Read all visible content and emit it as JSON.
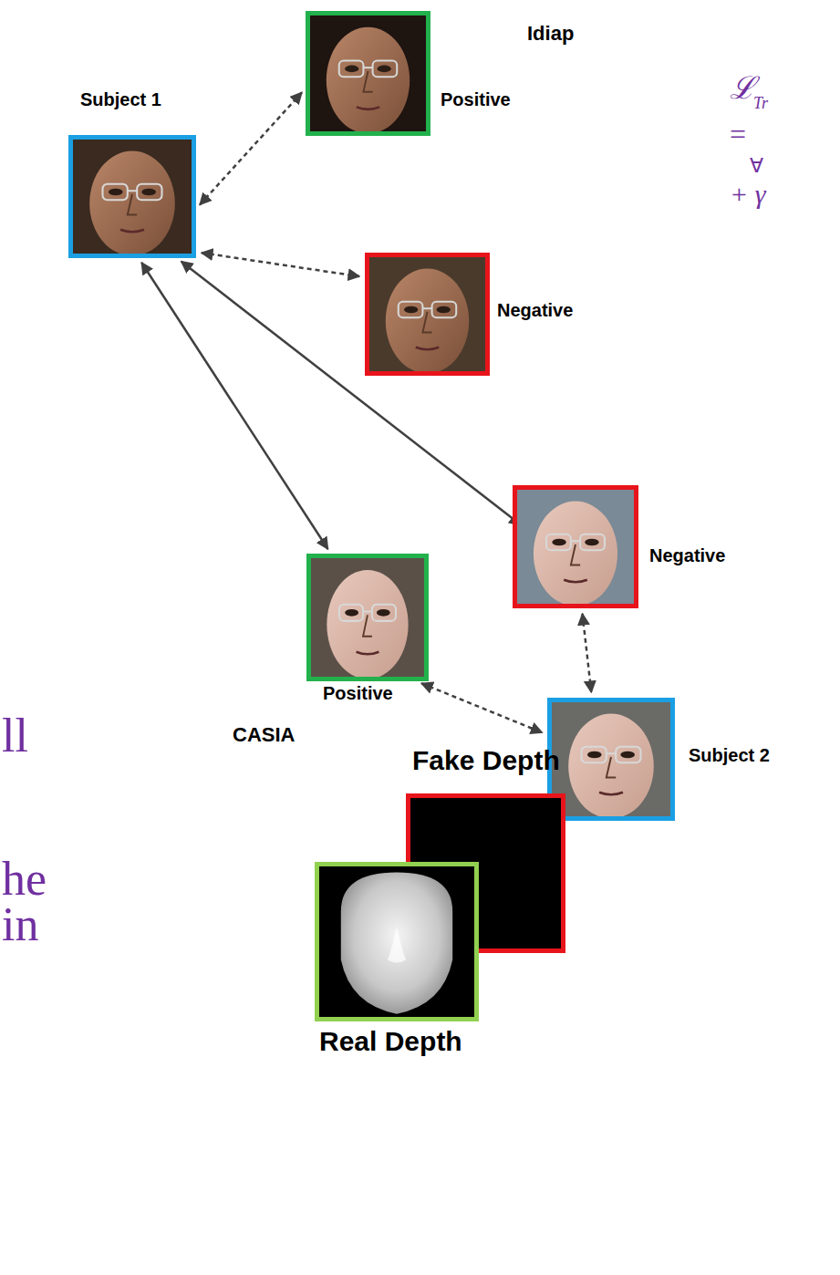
{
  "diagram": {
    "nodes": [
      {
        "text": [
          "Idiap"
        ]
      },
      {
        "text": [
          "Subject 1"
        ],
        "in": 0
      },
      {
        "text": [
          "Positive"
        ],
        "in": 0
      },
      {
        "text": [
          "Negative"
        ],
        "in": 0
      },
      {
        "text": [
          "CASIA"
        ]
      },
      {
        "text": [
          "Negative"
        ],
        "in": 4
      },
      {
        "text": [
          "Positive"
        ],
        "in": 4
      },
      {
        "text": [
          "Subject 2"
        ],
        "in": 4
      },
      {
        "text": [
          "Fake Depth"
        ]
      },
      {
        "text": [
          "Real Depth"
        ]
      }
    ],
    "edges": [
      {
        "from": 1,
        "to": 2,
        "arrow": "both"
      },
      {
        "from": 1,
        "to": 3,
        "arrow": "both"
      },
      {
        "from": 1,
        "to": 6,
        "arrow": "both"
      },
      {
        "from": 1,
        "to": 5,
        "arrow": "both"
      },
      {
        "from": 6,
        "to": 7,
        "arrow": "both"
      },
      {
        "from": 5,
        "to": 7,
        "arrow": "both"
      }
    ],
    "labels": [
      "ℒ",
      "Tr",
      "=",
      "∀",
      "+ γ",
      "ll",
      "he",
      "in"
    ]
  }
}
